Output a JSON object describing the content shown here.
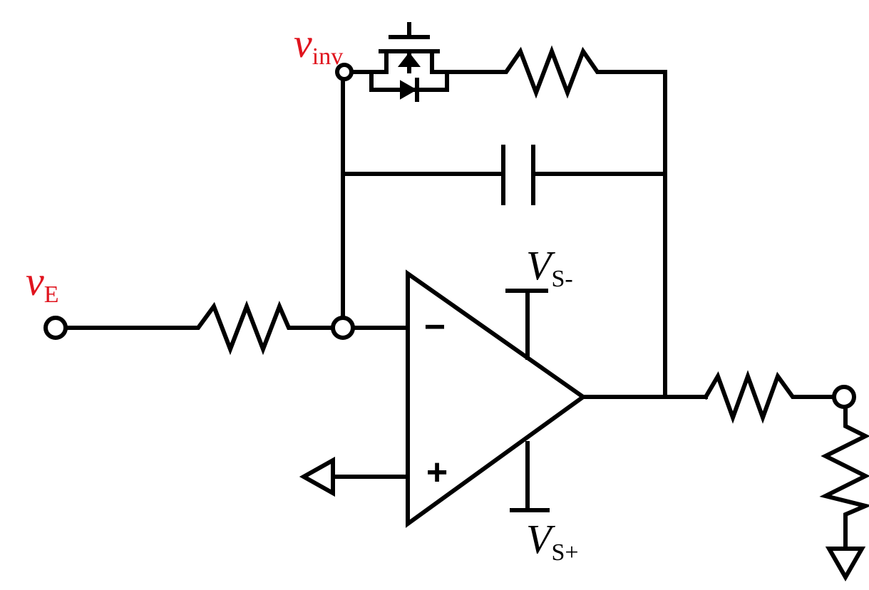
{
  "labels": {
    "v_inv": {
      "main": "v",
      "sub": "inv"
    },
    "v_e": {
      "main": "v",
      "sub": "E"
    },
    "vs_minus": {
      "main": "V",
      "sub": "S-"
    },
    "vs_plus": {
      "main": "V",
      "sub": "S+"
    }
  },
  "opamp": {
    "inverting_sign": "−",
    "noninverting_sign": "+"
  },
  "colors": {
    "signal_label": "#e0141e",
    "supply_label": "#000000",
    "wire": "#000000"
  }
}
